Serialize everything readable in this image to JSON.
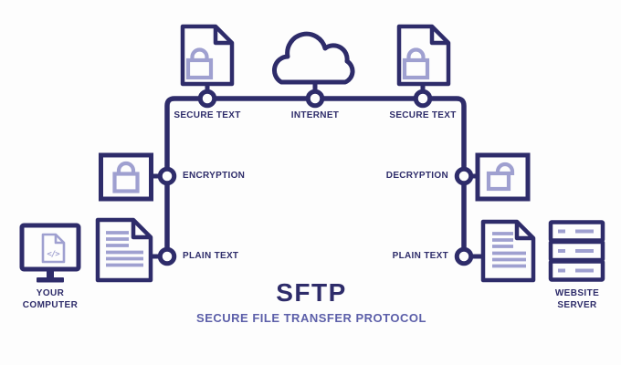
{
  "colors": {
    "navy": "#2e2c6a",
    "purple": "#9fa0d0",
    "subtitle_purple": "#5c5fa9",
    "background": "#fdfdfd"
  },
  "title": {
    "main": "SFTP",
    "subtitle": "SECURE FILE TRANSFER PROTOCOL"
  },
  "labels": {
    "secure_text_left": "SECURE TEXT",
    "internet": "INTERNET",
    "secure_text_right": "SECURE TEXT",
    "encryption": "ENCRYPTION",
    "decryption": "DECRYPTION",
    "plain_text_left": "PLAIN TEXT",
    "plain_text_right": "PLAIN TEXT"
  },
  "endpoints": {
    "computer_line1": "YOUR",
    "computer_line2": "COMPUTER",
    "server_line1": "WEBSITE",
    "server_line2": "SERVER"
  },
  "glyphs": {
    "code": "</>"
  },
  "icons": {
    "secure_file_left": "document-lock-icon",
    "internet_cloud": "cloud-icon",
    "secure_file_right": "document-lock-icon",
    "encryption_lock": "closed-padlock-icon",
    "decryption_lock": "open-padlock-icon",
    "plain_file_left": "document-text-icon",
    "plain_file_right": "document-text-icon",
    "computer": "monitor-code-icon",
    "server": "server-rack-icon"
  }
}
